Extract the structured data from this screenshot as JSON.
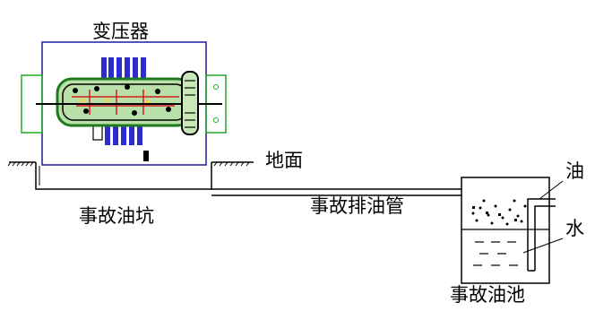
{
  "labels": {
    "transformer": "变压器",
    "ground": "地面",
    "accident_pit": "事故油坑",
    "drain_pipe": "事故排油管",
    "oil": "油",
    "water": "水",
    "accident_tank": "事故油池"
  },
  "colors": {
    "outline": "#000000",
    "enclosure": "#1a1aa6",
    "radiator": "#2d2dcf",
    "support": "#22aa22",
    "core": "#1f7a1f",
    "hot": "#d21e1e"
  }
}
